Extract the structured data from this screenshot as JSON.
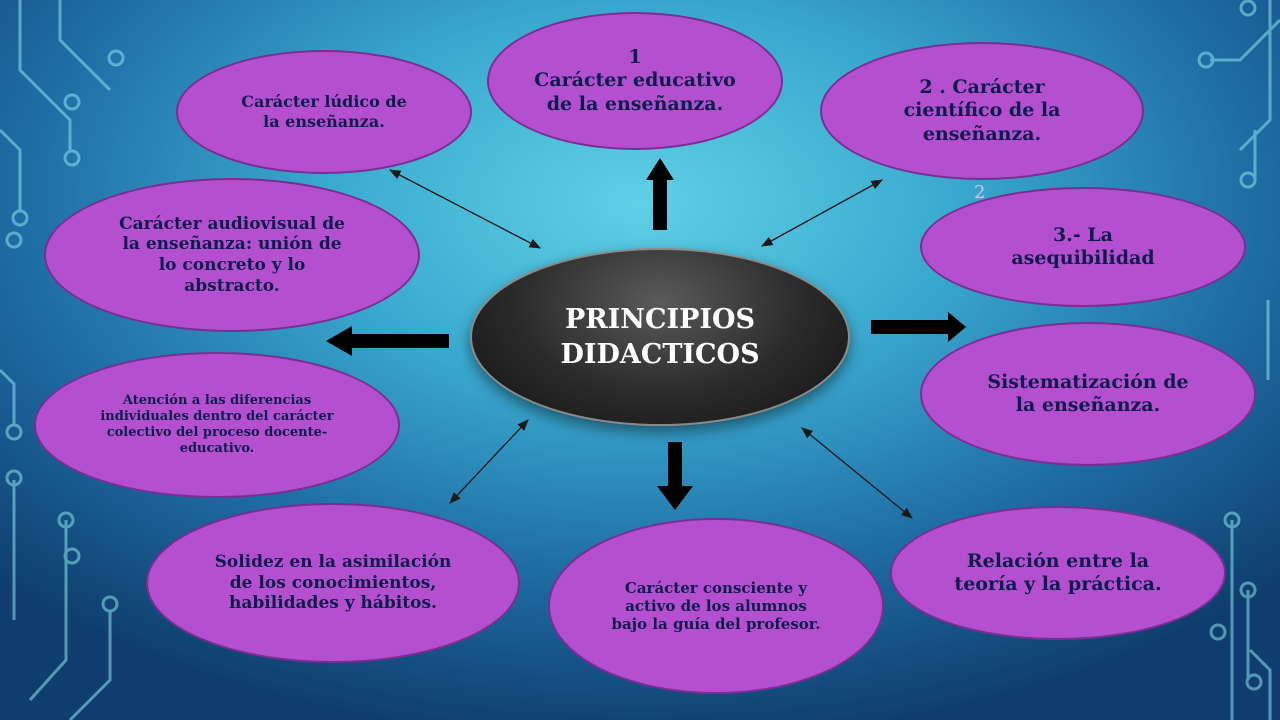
{
  "center": {
    "label": "PRINCIPIOS\nDIDACTICOS"
  },
  "nodes": [
    {
      "id": "educativo",
      "label": "1\nCarácter educativo\nde la enseñanza."
    },
    {
      "id": "cientifico",
      "label": "2 . Carácter\ncientífico de la\nenseñanza."
    },
    {
      "id": "asequibilidad",
      "label": "3.- La\nasequibilidad"
    },
    {
      "id": "sistematizacion",
      "label": "Sistematización de\nla enseñanza."
    },
    {
      "id": "teoria-practica",
      "label": "Relación entre la\nteoría y  la práctica."
    },
    {
      "id": "consciente",
      "label": "Carácter consciente y\nactivo de los alumnos\nbajo la guía del profesor."
    },
    {
      "id": "solidez",
      "label": "Solidez en la asimilación\nde los conocimientos,\nhabilidades y hábitos."
    },
    {
      "id": "diferencias",
      "label": "Atención a las diferencias\nindividuales dentro del carácter\ncolectivo del proceso docente-\neducativo."
    },
    {
      "id": "audiovisual",
      "label": "Carácter audiovisual de\nla enseñanza: unión de\nlo concreto y lo\nabstracto."
    },
    {
      "id": "ludico",
      "label": "Carácter lúdico de\nla enseñanza."
    }
  ],
  "stray_text": "2",
  "colors": {
    "node_fill": "#b44fd0",
    "node_text": "#0d1b4d",
    "center_fill": "#2a2a2a",
    "center_text": "#ffffff"
  }
}
